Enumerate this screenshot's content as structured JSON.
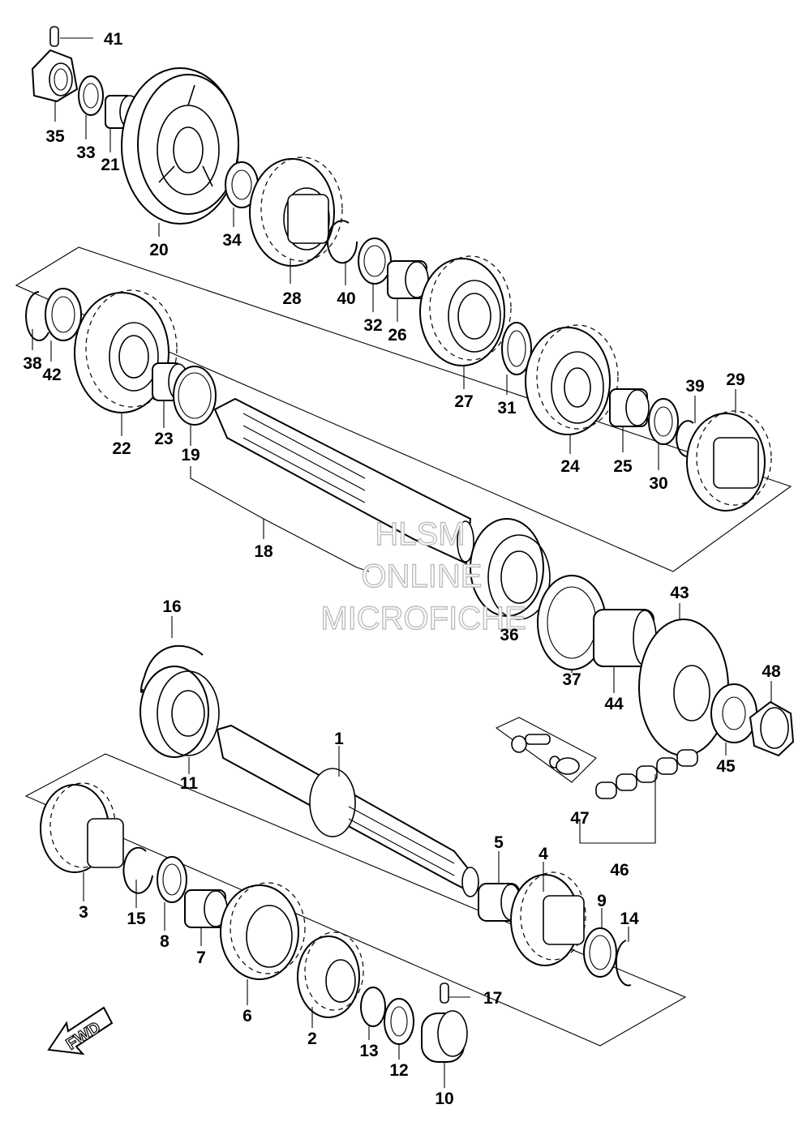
{
  "parts": [
    {
      "id": "p41",
      "text": "41"
    },
    {
      "id": "p35",
      "text": "35"
    },
    {
      "id": "p33",
      "text": "33"
    },
    {
      "id": "p21",
      "text": "21"
    },
    {
      "id": "p20",
      "text": "20"
    },
    {
      "id": "p34",
      "text": "34"
    },
    {
      "id": "p28",
      "text": "28"
    },
    {
      "id": "p40",
      "text": "40"
    },
    {
      "id": "p32",
      "text": "32"
    },
    {
      "id": "p26",
      "text": "26"
    },
    {
      "id": "p27",
      "text": "27"
    },
    {
      "id": "p31",
      "text": "31"
    },
    {
      "id": "p24",
      "text": "24"
    },
    {
      "id": "p25",
      "text": "25"
    },
    {
      "id": "p30",
      "text": "30"
    },
    {
      "id": "p39",
      "text": "39"
    },
    {
      "id": "p29",
      "text": "29"
    },
    {
      "id": "p38",
      "text": "38"
    },
    {
      "id": "p42",
      "text": "42"
    },
    {
      "id": "p22",
      "text": "22"
    },
    {
      "id": "p23",
      "text": "23"
    },
    {
      "id": "p19",
      "text": "19"
    },
    {
      "id": "p18",
      "text": "18"
    },
    {
      "id": "p36",
      "text": "36"
    },
    {
      "id": "p37",
      "text": "37"
    },
    {
      "id": "p44",
      "text": "44"
    },
    {
      "id": "p43",
      "text": "43"
    },
    {
      "id": "p48",
      "text": "48"
    },
    {
      "id": "p45",
      "text": "45"
    },
    {
      "id": "p47",
      "text": "47"
    },
    {
      "id": "p46",
      "text": "46"
    },
    {
      "id": "p16",
      "text": "16"
    },
    {
      "id": "p11",
      "text": "11"
    },
    {
      "id": "p1",
      "text": "1"
    },
    {
      "id": "p3",
      "text": "3"
    },
    {
      "id": "p15",
      "text": "15"
    },
    {
      "id": "p8",
      "text": "8"
    },
    {
      "id": "p7",
      "text": "7"
    },
    {
      "id": "p6",
      "text": "6"
    },
    {
      "id": "p2",
      "text": "2"
    },
    {
      "id": "p13",
      "text": "13"
    },
    {
      "id": "p12",
      "text": "12"
    },
    {
      "id": "p10",
      "text": "10"
    },
    {
      "id": "p17",
      "text": "17"
    },
    {
      "id": "p5",
      "text": "5"
    },
    {
      "id": "p4",
      "text": "4"
    },
    {
      "id": "p9",
      "text": "9"
    },
    {
      "id": "p14",
      "text": "14"
    }
  ],
  "watermark": {
    "line1": "HLSM",
    "line2": "ONLINE",
    "line3": "MICROFICHE"
  },
  "fwd_label": "FWD"
}
